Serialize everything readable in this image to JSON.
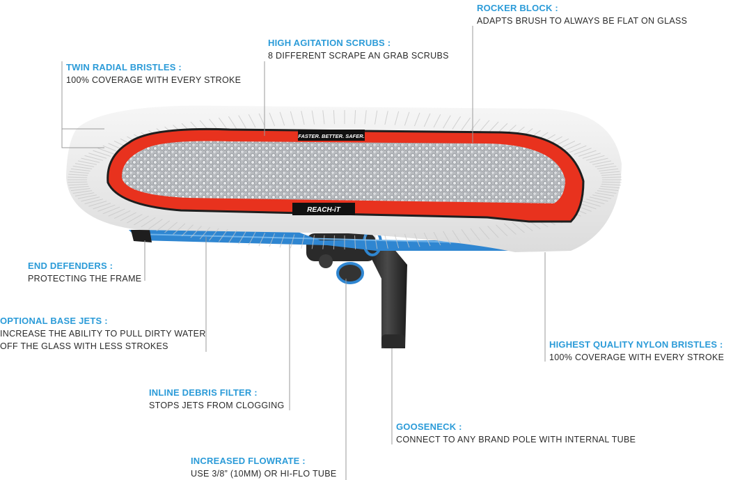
{
  "colors": {
    "title": "#2b9bd8",
    "text": "#2a2a2a",
    "scrub_red": "#e8321e",
    "frame_blue": "#2f86d1",
    "bristle_white": "#ececec",
    "handle_dark": "#2a2a2a"
  },
  "product_labels": {
    "tagline": "FASTER. BETTER. SAFER.",
    "brand": "REACH-iT"
  },
  "callouts": [
    {
      "id": "rocker-block",
      "title": "ROCKER BLOCK :",
      "description": [
        "ADAPTS BRUSH TO ALWAYS BE FLAT ON GLASS"
      ]
    },
    {
      "id": "high-agitation-scrubs",
      "title": "HIGH AGITATION SCRUBS :",
      "description": [
        "8 DIFFERENT SCRAPE AN GRAB SCRUBS"
      ]
    },
    {
      "id": "twin-radial-bristles",
      "title": "TWIN RADIAL BRISTLES :",
      "description": [
        "100% COVERAGE WITH EVERY STROKE"
      ]
    },
    {
      "id": "end-defenders",
      "title": "END DEFENDERS :",
      "description": [
        "PROTECTING THE FRAME"
      ]
    },
    {
      "id": "optional-base-jets",
      "title": "OPTIONAL BASE JETS :",
      "description": [
        "INCREASE THE ABILITY TO PULL DIRTY WATER",
        "OFF THE GLASS WITH LESS STROKES"
      ]
    },
    {
      "id": "inline-debris-filter",
      "title": "INLINE DEBRIS FILTER :",
      "description": [
        "STOPS JETS FROM CLOGGING"
      ]
    },
    {
      "id": "increased-flowrate",
      "title": "INCREASED FLOWRATE :",
      "description": [
        "USE 3/8” (10MM) OR HI-FLO TUBE"
      ]
    },
    {
      "id": "gooseneck",
      "title": "GOOSENECK :",
      "description": [
        "CONNECT TO ANY BRAND POLE WITH INTERNAL TUBE"
      ]
    },
    {
      "id": "highest-quality-nylon-bristles",
      "title": "HIGHEST QUALITY NYLON BRISTLES :",
      "description": [
        "100% COVERAGE WITH EVERY STROKE"
      ]
    }
  ]
}
